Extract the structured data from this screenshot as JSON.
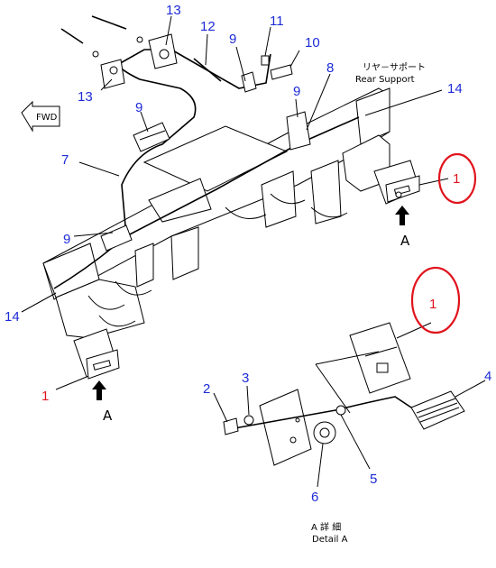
{
  "labels": {
    "rear_support_jp": "リヤ－サポート",
    "rear_support_en": "Rear Support",
    "fwd": "FWD",
    "view_a": "A",
    "detail_jp": "A 詳 細",
    "detail_en": "Detail A"
  },
  "callouts": {
    "n13a": "13",
    "n13b": "13",
    "n12": "12",
    "n11": "11",
    "n10": "10",
    "n9a": "9",
    "n9b": "9",
    "n9c": "9",
    "n9d": "9",
    "n8": "8",
    "n7": "7",
    "n14a": "14",
    "n14b": "14",
    "n1a": "1",
    "n1b": "1",
    "n1c": "1",
    "n2": "2",
    "n3": "3",
    "n4": "4",
    "n5": "5",
    "n6": "6"
  },
  "colors": {
    "callout": "#1d2bd6",
    "callout_highlight": "#e0141d",
    "line": "#000000"
  }
}
